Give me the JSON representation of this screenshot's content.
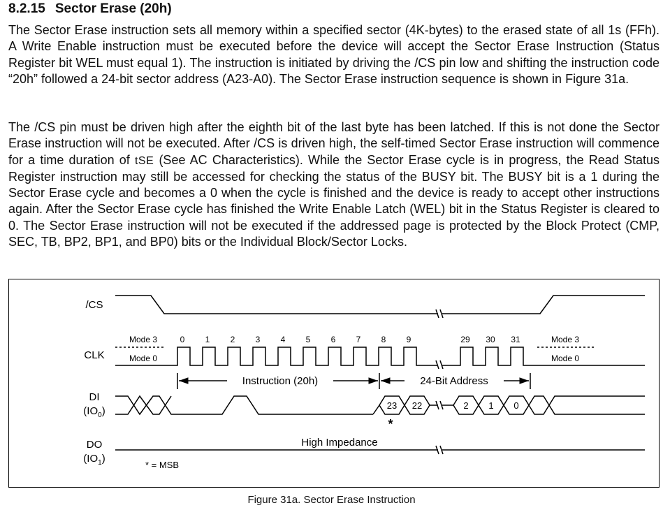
{
  "section": {
    "number": "8.2.15",
    "title": "Sector Erase (20h)"
  },
  "paragraph1": "The Sector Erase instruction sets all memory within a specified sector (4K-bytes) to the erased state of all 1s (FFh). A Write Enable instruction must be executed before the device will accept the Sector Erase Instruction (Status Register bit WEL must equal 1). The instruction is initiated by driving the /CS pin low and shifting the instruction code “20h” followed a 24-bit sector address (A23-A0). The Sector Erase instruction sequence is shown in Figure 31a.",
  "paragraph2": {
    "before": "The /CS pin must be driven high after the eighth bit of the last byte has been latched. If this is not done the Sector Erase instruction will not be executed. After /CS is driven high, the self-timed Sector Erase instruction will commence for a time duration of ",
    "tse": "tSE",
    "after": " (See AC Characteristics). While the Sector Erase cycle is in progress, the Read Status Register instruction may still be accessed for checking the status of the BUSY bit. The BUSY bit is a 1 during the Sector Erase cycle and becomes a 0 when the cycle is finished and the device is ready to accept other instructions again. After the Sector Erase cycle has finished the Write Enable Latch (WEL) bit in the Status Register is cleared to 0. The Sector Erase instruction will not be executed if the addressed page is protected by the Block Protect (CMP, SEC, TB, BP2, BP1, and BP0) bits or the Individual Block/Sector Locks."
  },
  "figure": {
    "caption": "Figure 31a. Sector Erase Instruction",
    "signals": {
      "cs": "/CS",
      "clk": "CLK",
      "di": "DI",
      "di_sub": "(IO",
      "di_index": "0",
      "do": "DO",
      "do_sub": "(IO",
      "do_index": "1",
      "close_paren": ")"
    },
    "mode_left_top": "Mode 3",
    "mode_left_bottom": "Mode 0",
    "mode_right_top": "Mode 3",
    "mode_right_bottom": "Mode 0",
    "clock_numbers": [
      "0",
      "1",
      "2",
      "3",
      "4",
      "5",
      "6",
      "7",
      "8",
      "9",
      "29",
      "30",
      "31"
    ],
    "instruction_label": "Instruction (20h)",
    "address_label": "24-Bit Address",
    "di_bits_first": [
      "23",
      "22"
    ],
    "di_bits_last": [
      "2",
      "1",
      "0"
    ],
    "msb_star": "*",
    "msb_legend": "* = MSB",
    "high_impedance": "High Impedance"
  }
}
